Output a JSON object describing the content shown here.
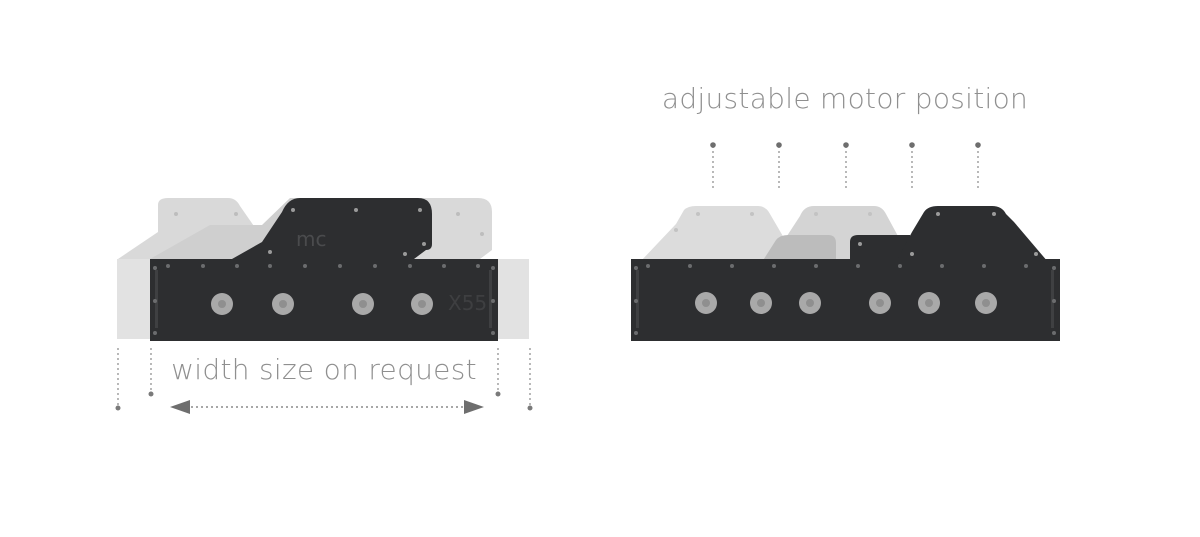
{
  "captions": {
    "width": "width size on request",
    "motor": "adjustable motor position"
  },
  "product": {
    "logo_text": "mc",
    "model_text": "X55"
  },
  "colors": {
    "body_dark": "#2d2e30",
    "ghost_light": "#d9d9d9",
    "ghost_mid": "#c8c8c8",
    "caption_gray": "#8f8f8f",
    "guide_gray": "#8a8a8a",
    "hub": "#a9a9a9"
  },
  "icons": [
    "dotted-guide-line",
    "double-arrow-icon",
    "motor-hub-icon",
    "screw-dot-icon"
  ]
}
